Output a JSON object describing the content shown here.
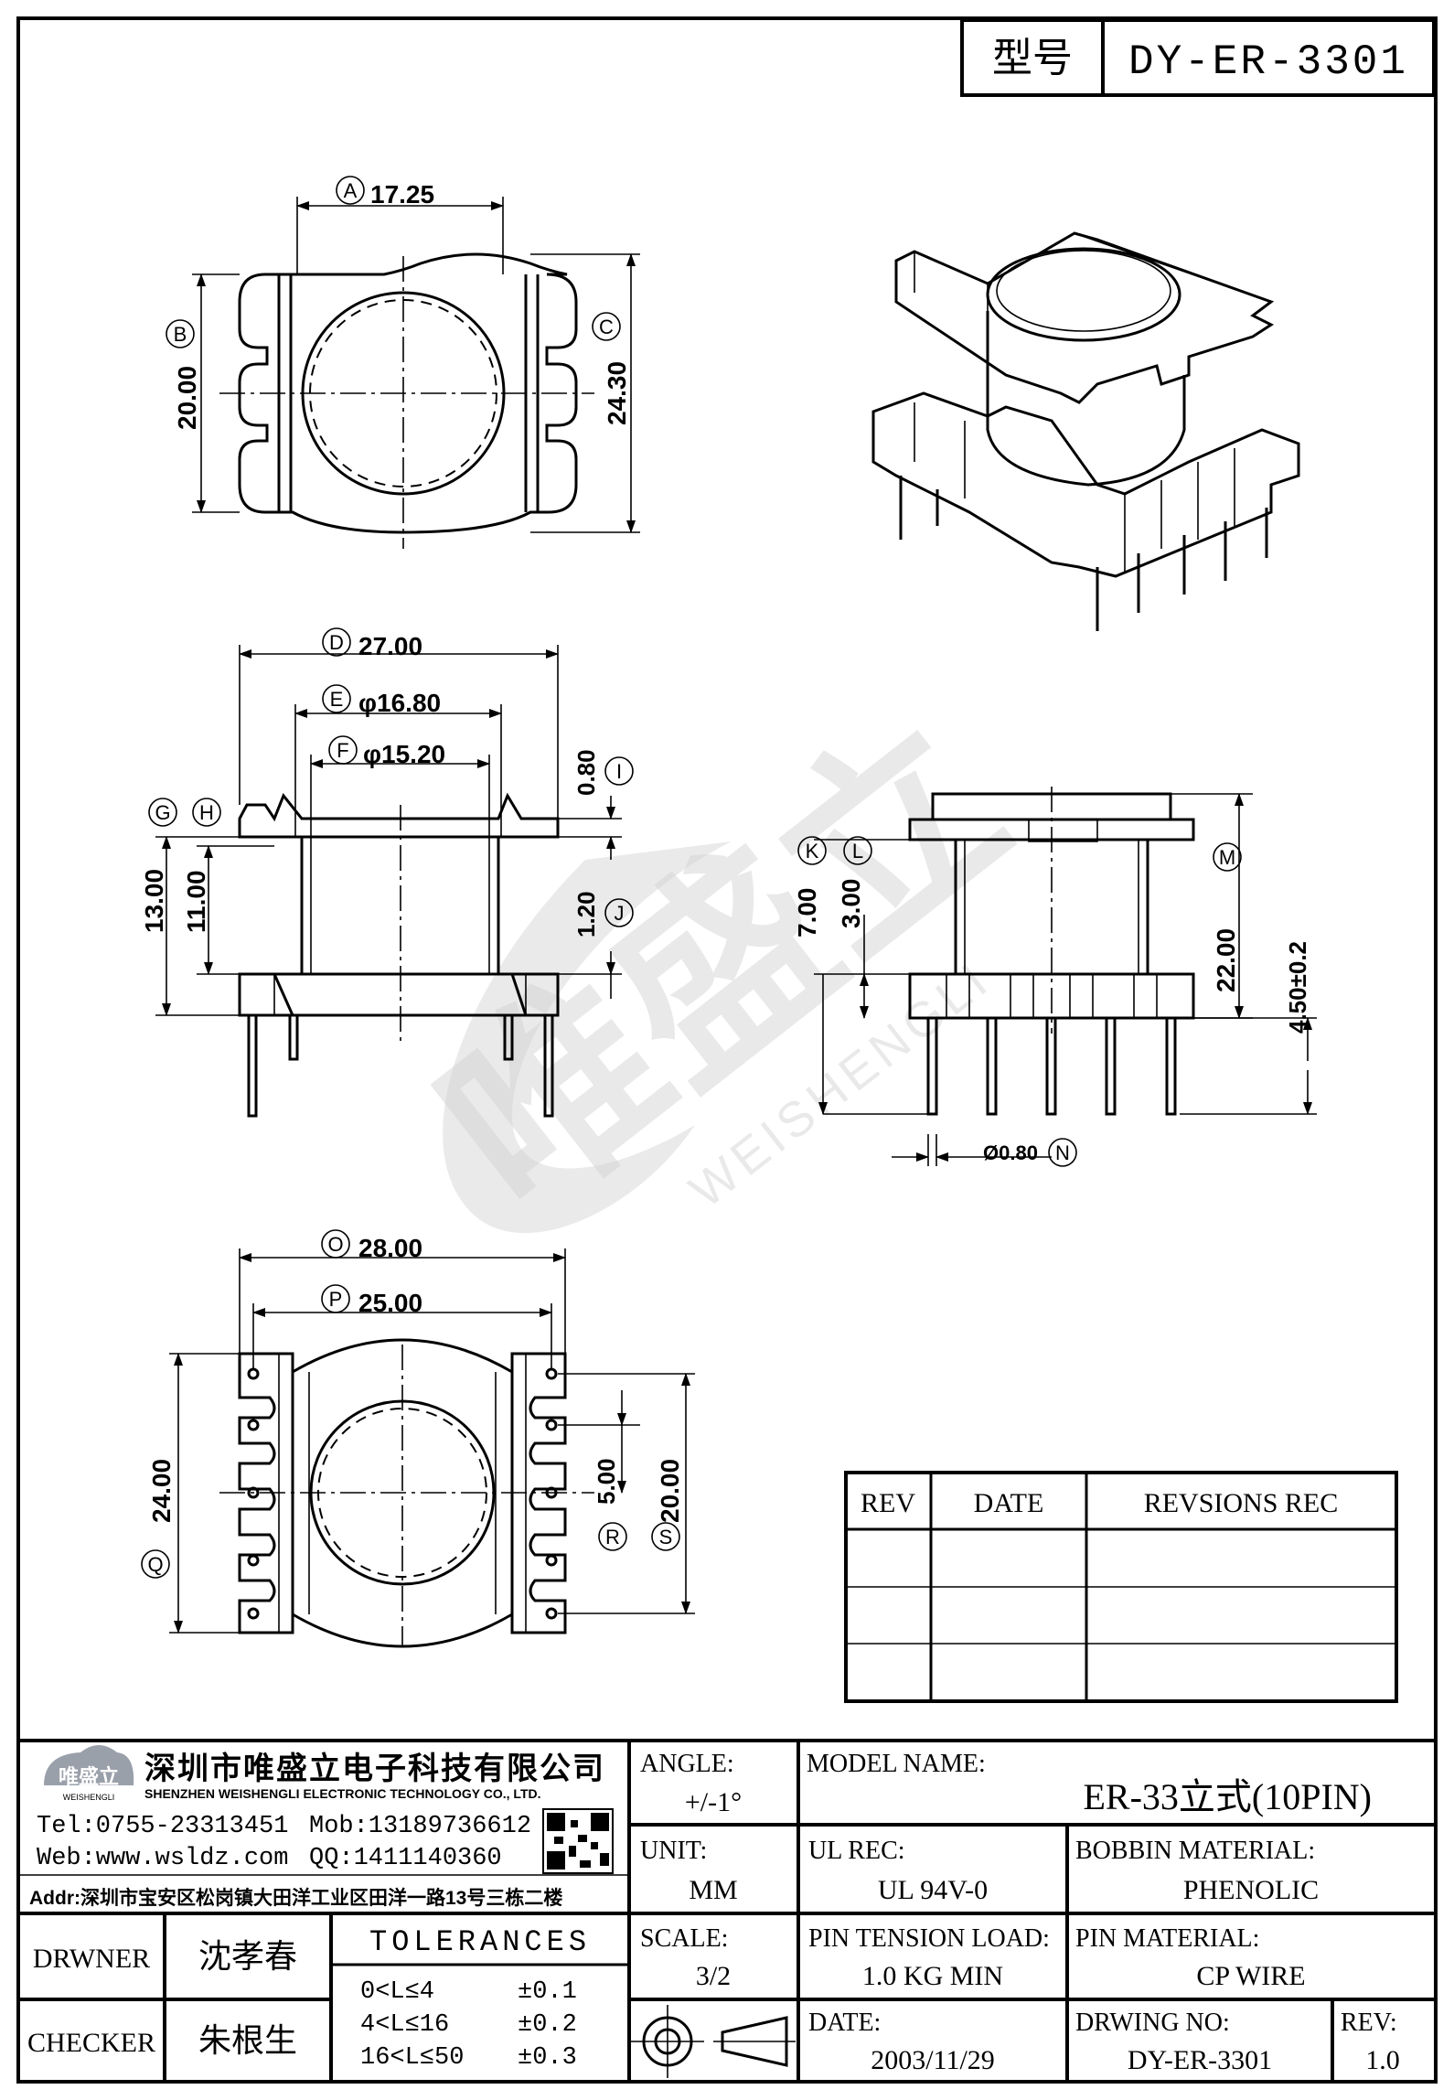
{
  "title_box": {
    "type_label": "型号",
    "part_no": "DY-ER-3301"
  },
  "dimensions": {
    "A": {
      "letter": "A",
      "value": "17.25"
    },
    "B": {
      "letter": "B",
      "value": "20.00"
    },
    "C": {
      "letter": "C",
      "value": "24.30"
    },
    "D": {
      "letter": "D",
      "value": "27.00"
    },
    "E": {
      "letter": "E",
      "value": "φ16.80"
    },
    "F": {
      "letter": "F",
      "value": "φ15.20"
    },
    "G": {
      "letter": "G",
      "value": "13.00"
    },
    "H": {
      "letter": "H",
      "value": "11.00"
    },
    "I": {
      "letter": "I",
      "value": "0.80"
    },
    "J": {
      "letter": "J",
      "value": "1.20"
    },
    "K": {
      "letter": "K",
      "value": "7.00"
    },
    "L": {
      "letter": "L",
      "value": "3.00"
    },
    "M": {
      "letter": "M",
      "value": "22.00"
    },
    "N": {
      "letter": "N",
      "value": "Ø0.80"
    },
    "O": {
      "letter": "O",
      "value": "28.00"
    },
    "P": {
      "letter": "P",
      "value": "25.00"
    },
    "Q": {
      "letter": "Q",
      "value": "24.00"
    },
    "R": {
      "letter": "R",
      "value": "5.00"
    },
    "S": {
      "letter": "S",
      "value": "20.00"
    },
    "pin_len": {
      "value": "4.50±0.2"
    }
  },
  "revision_table": {
    "headers": [
      "REV",
      "DATE",
      "REVSIONS REC"
    ],
    "rows": [
      [
        "",
        "",
        ""
      ],
      [
        "",
        "",
        ""
      ],
      [
        "",
        "",
        ""
      ]
    ]
  },
  "company": {
    "logo_text": "唯盛立",
    "logo_sub": "WEISHENGLI",
    "name_cn": "深圳市唯盛立电子科技有限公司",
    "name_en": "SHENZHEN WEISHENGLI ELECTRONIC TECHNOLOGY CO., LTD.",
    "tel": "Tel:0755-23313451",
    "mob": "Mob:13189736612",
    "web": "Web:www.wsldz.com",
    "qq": "QQ:1411140360",
    "addr": "Addr:深圳市宝安区松岗镇大田洋工业区田洋一路13号三栋二楼"
  },
  "watermark": {
    "text": "唯盛立",
    "sub": "WEISHENGLI"
  },
  "title_block": {
    "angle_label": "ANGLE:",
    "angle_value": "+/-1°",
    "model_label": "MODEL NAME:",
    "model_value": "ER-33立式(10PIN)",
    "unit_label": "UNIT:",
    "unit_value": "MM",
    "ul_label": "UL REC:",
    "ul_value": "UL 94V-0",
    "bobbin_label": "BOBBIN MATERIAL:",
    "bobbin_value": "PHENOLIC",
    "scale_label": "SCALE:",
    "scale_value": "3/2",
    "pin_tension_label": "PIN TENSION LOAD:",
    "pin_tension_value": "1.0 KG MIN",
    "pin_material_label": "PIN MATERIAL:",
    "pin_material_value": "CP WIRE",
    "date_label": "DATE:",
    "date_value": "2003/11/29",
    "drwing_no_label": "DRWING NO:",
    "drwing_no_value": "DY-ER-3301",
    "rev_label": "REV:",
    "rev_value": "1.0",
    "drawer_label": "DRWNER",
    "drawer_name": "沈孝春",
    "checker_label": "CHECKER",
    "checker_name": "朱根生",
    "tolerances_label": "TOLERANCES",
    "tolerances": [
      {
        "range": "0<L≤4",
        "value": "±0.1"
      },
      {
        "range": "4<L≤16",
        "value": "±0.2"
      },
      {
        "range": "16<L≤50",
        "value": "±0.3"
      }
    ]
  }
}
